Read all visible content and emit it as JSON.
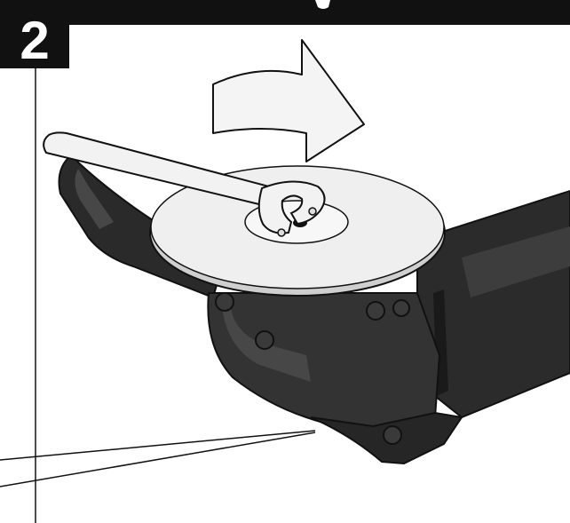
{
  "step": {
    "number": "2"
  },
  "illustration": {
    "subject": "angle-grinder-wheel-mounting",
    "arrow_direction": "clockwise",
    "colors": {
      "tool_body": "#2b2b2b",
      "tool_highlight": "#4a4a4a",
      "disc": "#efefef",
      "outline": "#111111",
      "header_bar": "#111111"
    }
  }
}
